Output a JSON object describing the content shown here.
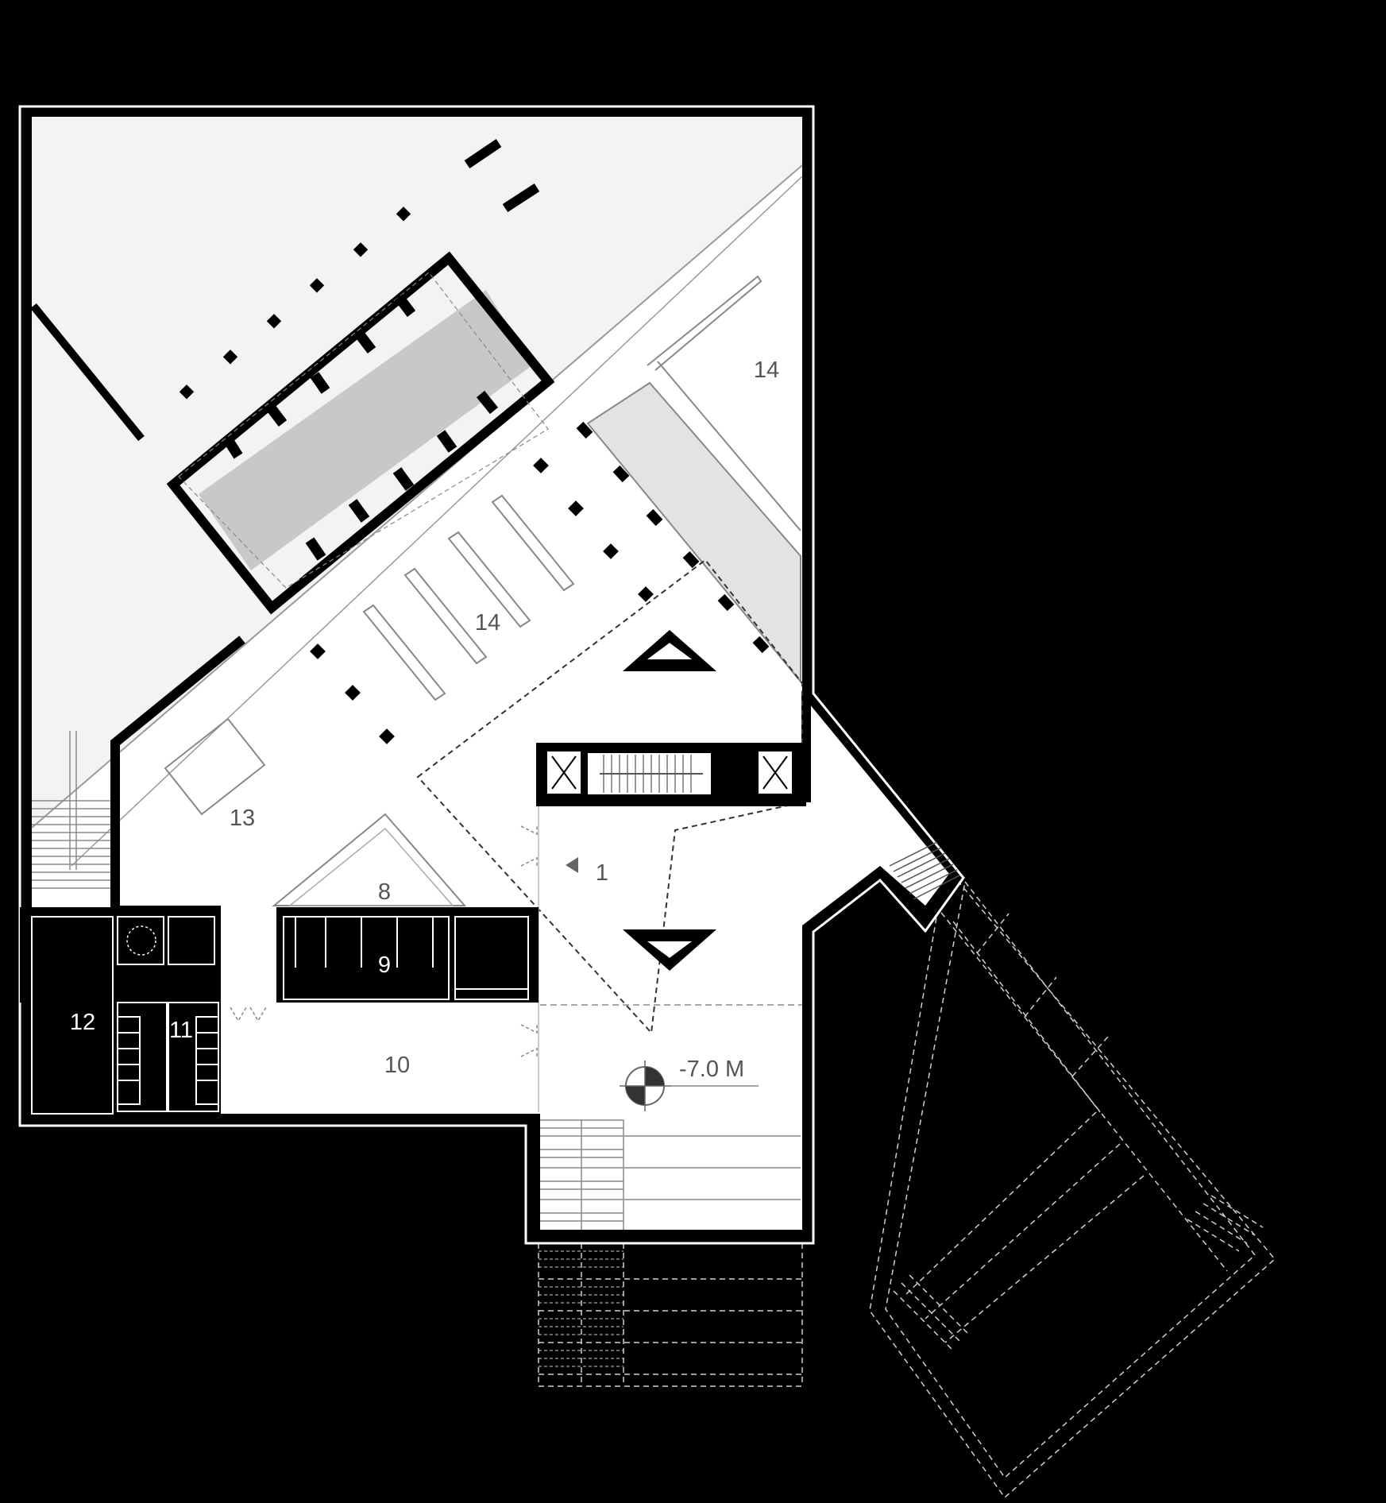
{
  "plan": {
    "level_marker": "-7.0 M",
    "room_labels": {
      "r1": "1",
      "r8": "8",
      "r9": "9",
      "r10": "10",
      "r11": "11",
      "r12": "12",
      "r13": "13",
      "r14a": "14",
      "r14b": "14"
    },
    "colors": {
      "background": "#000000",
      "floor": "#ffffff",
      "terrace": "#f3f3f3",
      "pool": "#c8c8c8",
      "light_band": "#e3e3e3",
      "wall": "#000000",
      "label_on_light": "#555555",
      "label_on_dark": "#ffffff"
    }
  }
}
